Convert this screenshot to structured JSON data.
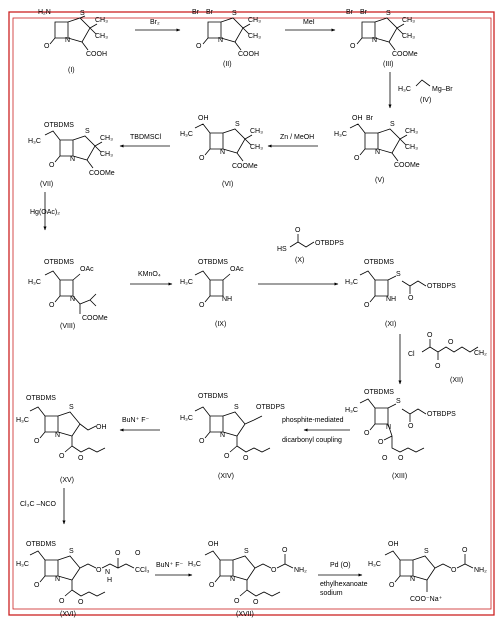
{
  "compounds": [
    {
      "id": "I",
      "label": "(I)",
      "atoms": [
        "H₂N",
        "S",
        "N",
        "O",
        "COOH",
        "CH₃",
        "CH₃"
      ]
    },
    {
      "id": "II",
      "label": "(II)",
      "atoms": [
        "Br",
        "Br",
        "S",
        "N",
        "O",
        "COOH",
        "CH₃",
        "CH₃"
      ]
    },
    {
      "id": "III",
      "label": "(III)",
      "atoms": [
        "Br",
        "Br",
        "S",
        "N",
        "O",
        "COOMe",
        "CH₃",
        "CH₃"
      ]
    },
    {
      "id": "IV",
      "label": "(IV)",
      "atoms": [
        "H₃C",
        "Mg–Br"
      ]
    },
    {
      "id": "V",
      "label": "(V)",
      "atoms": [
        "OH",
        "Br",
        "H₃C",
        "S",
        "N",
        "O",
        "COOMe",
        "CH₃",
        "CH₃"
      ]
    },
    {
      "id": "VI",
      "label": "(VI)",
      "atoms": [
        "OH",
        "H₃C",
        "S",
        "N",
        "O",
        "COOMe",
        "CH₃",
        "CH₃"
      ]
    },
    {
      "id": "VII",
      "label": "(VII)",
      "atoms": [
        "OTBDMS",
        "H₃C",
        "S",
        "N",
        "O",
        "COOMe",
        "CH₃",
        "CH₃"
      ]
    },
    {
      "id": "VIII",
      "label": "(VIII)",
      "atoms": [
        "OTBDMS",
        "OAc",
        "H₃C",
        "N",
        "O",
        "COOMe"
      ]
    },
    {
      "id": "IX",
      "label": "(IX)",
      "atoms": [
        "OTBDMS",
        "OAc",
        "H₃C",
        "NH",
        "O"
      ]
    },
    {
      "id": "X",
      "label": "(X)",
      "atoms": [
        "HS",
        "O",
        "OTBDPS"
      ]
    },
    {
      "id": "XI",
      "label": "(XI)",
      "atoms": [
        "OTBDMS",
        "S",
        "O",
        "OTBDPS",
        "H₃C",
        "NH",
        "O"
      ]
    },
    {
      "id": "XII",
      "label": "(XII)",
      "atoms": [
        "Cl",
        "O",
        "O",
        "O",
        "CH₂"
      ]
    },
    {
      "id": "XIII",
      "label": "(XIII)",
      "atoms": [
        "OTBDMS",
        "S",
        "O",
        "OTBDPS",
        "H₃C",
        "N",
        "O",
        "O",
        "O",
        "O"
      ]
    },
    {
      "id": "XIV",
      "label": "(XIV)",
      "atoms": [
        "OTBDMS",
        "S",
        "OTBDPS",
        "H₃C",
        "N",
        "O",
        "O",
        "O"
      ]
    },
    {
      "id": "XV",
      "label": "(XV)",
      "atoms": [
        "OTBDMS",
        "H₃C",
        "S",
        "OH",
        "N",
        "O",
        "O",
        "O"
      ]
    },
    {
      "id": "XVI",
      "label": "(XVI)",
      "atoms": [
        "OTBDMS",
        "H₃C",
        "S",
        "O",
        "O",
        "O",
        "N",
        "H",
        "CCl₃",
        "N",
        "O",
        "O",
        "O"
      ]
    },
    {
      "id": "XVII",
      "label": "(XVII)",
      "atoms": [
        "OH",
        "H₃C",
        "S",
        "O",
        "O",
        "NH₂",
        "N",
        "O",
        "O",
        "O"
      ]
    },
    {
      "id": "XVIII",
      "label": "",
      "atoms": [
        "OH",
        "H₃C",
        "S",
        "O",
        "O",
        "NH₂",
        "N",
        "O",
        "COO⁻Na⁺"
      ]
    }
  ],
  "reagents": {
    "r1": "Br₂",
    "r2": "MeI",
    "r3": "TBDMSCl",
    "r4": "Zn / MeOH",
    "r5": "Hg(OAc)₂",
    "r6": "KMnO₄",
    "r7": "BuN⁺ F⁻",
    "r8a": "phosphite-mediated",
    "r8b": "dicarbonyl coupling",
    "r9": "Cl₃C –NCO",
    "r10": "BuN⁺ F⁻",
    "r11a": "Pd (O)",
    "r11b": "ethylhexanoate",
    "r11c": "sodium"
  },
  "colors": {
    "frame": "#cc2222",
    "ink": "#000000",
    "background": "#ffffff"
  }
}
